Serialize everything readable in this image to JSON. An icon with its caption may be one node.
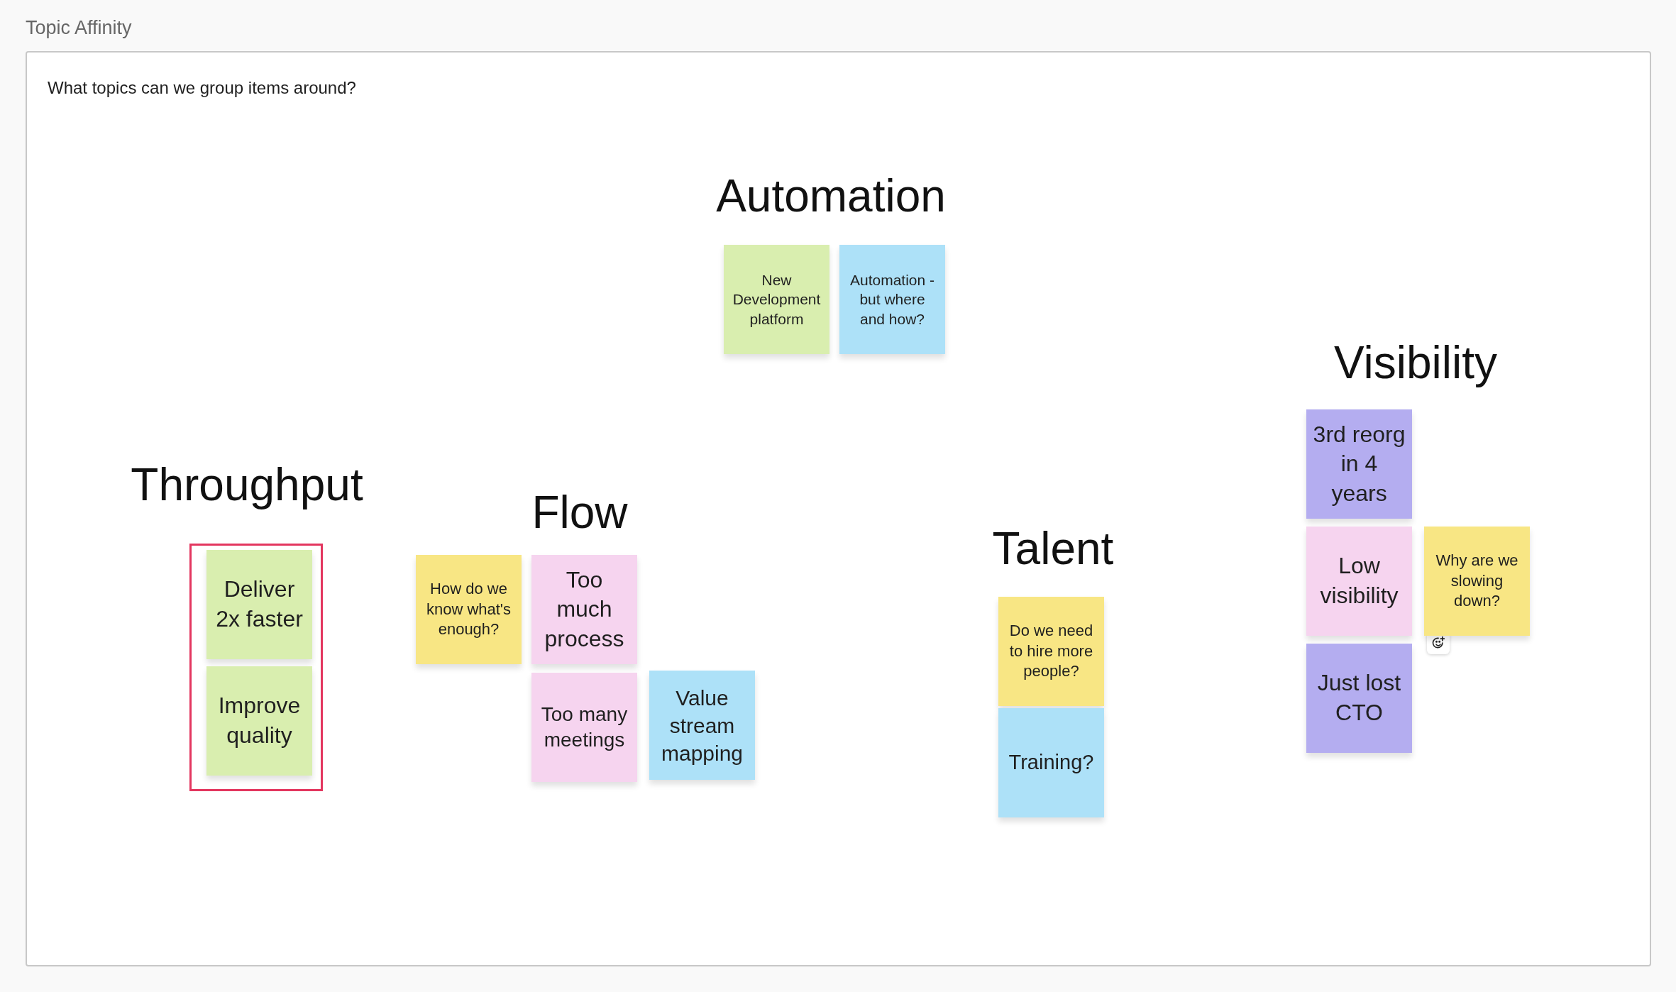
{
  "diagram": {
    "title": "Topic Affinity",
    "nodes": [
      {
        "text": [
          "What topics can we group items around?"
        ]
      },
      {
        "text": [
          "New Development platform"
        ],
        "in": 0
      },
      {
        "text": [
          "Automation - but where and how?"
        ],
        "in": 0
      },
      {
        "text": [
          "3rd reorg in 4 years"
        ],
        "in": 0
      },
      {
        "text": [],
        "shape": "box",
        "in": 0
      },
      {
        "text": [
          "Deliver 2x faster"
        ],
        "in": 4
      },
      {
        "text": [
          "Improve quality"
        ],
        "in": 4
      },
      {
        "text": [
          "How do we know what's enough?"
        ],
        "in": 0
      },
      {
        "text": [
          "Too much process"
        ],
        "in": 0
      },
      {
        "text": [
          "Low visibility"
        ],
        "in": 0
      },
      {
        "text": [
          "Why are we slowing down?"
        ],
        "in": 0
      },
      {
        "text": [
          "Do we need to hire more people?"
        ],
        "in": 0
      },
      {
        "text": [
          "Too many meetings"
        ],
        "in": 0
      },
      {
        "text": [
          "Value stream mapping"
        ],
        "in": 0
      },
      {
        "text": [
          "Just lost CTO"
        ],
        "in": 0
      },
      {
        "text": [
          "Training?"
        ],
        "in": 0
      }
    ],
    "labels": [
      "Automation",
      "Visibility",
      "Throughput",
      "Flow",
      "Talent"
    ]
  }
}
